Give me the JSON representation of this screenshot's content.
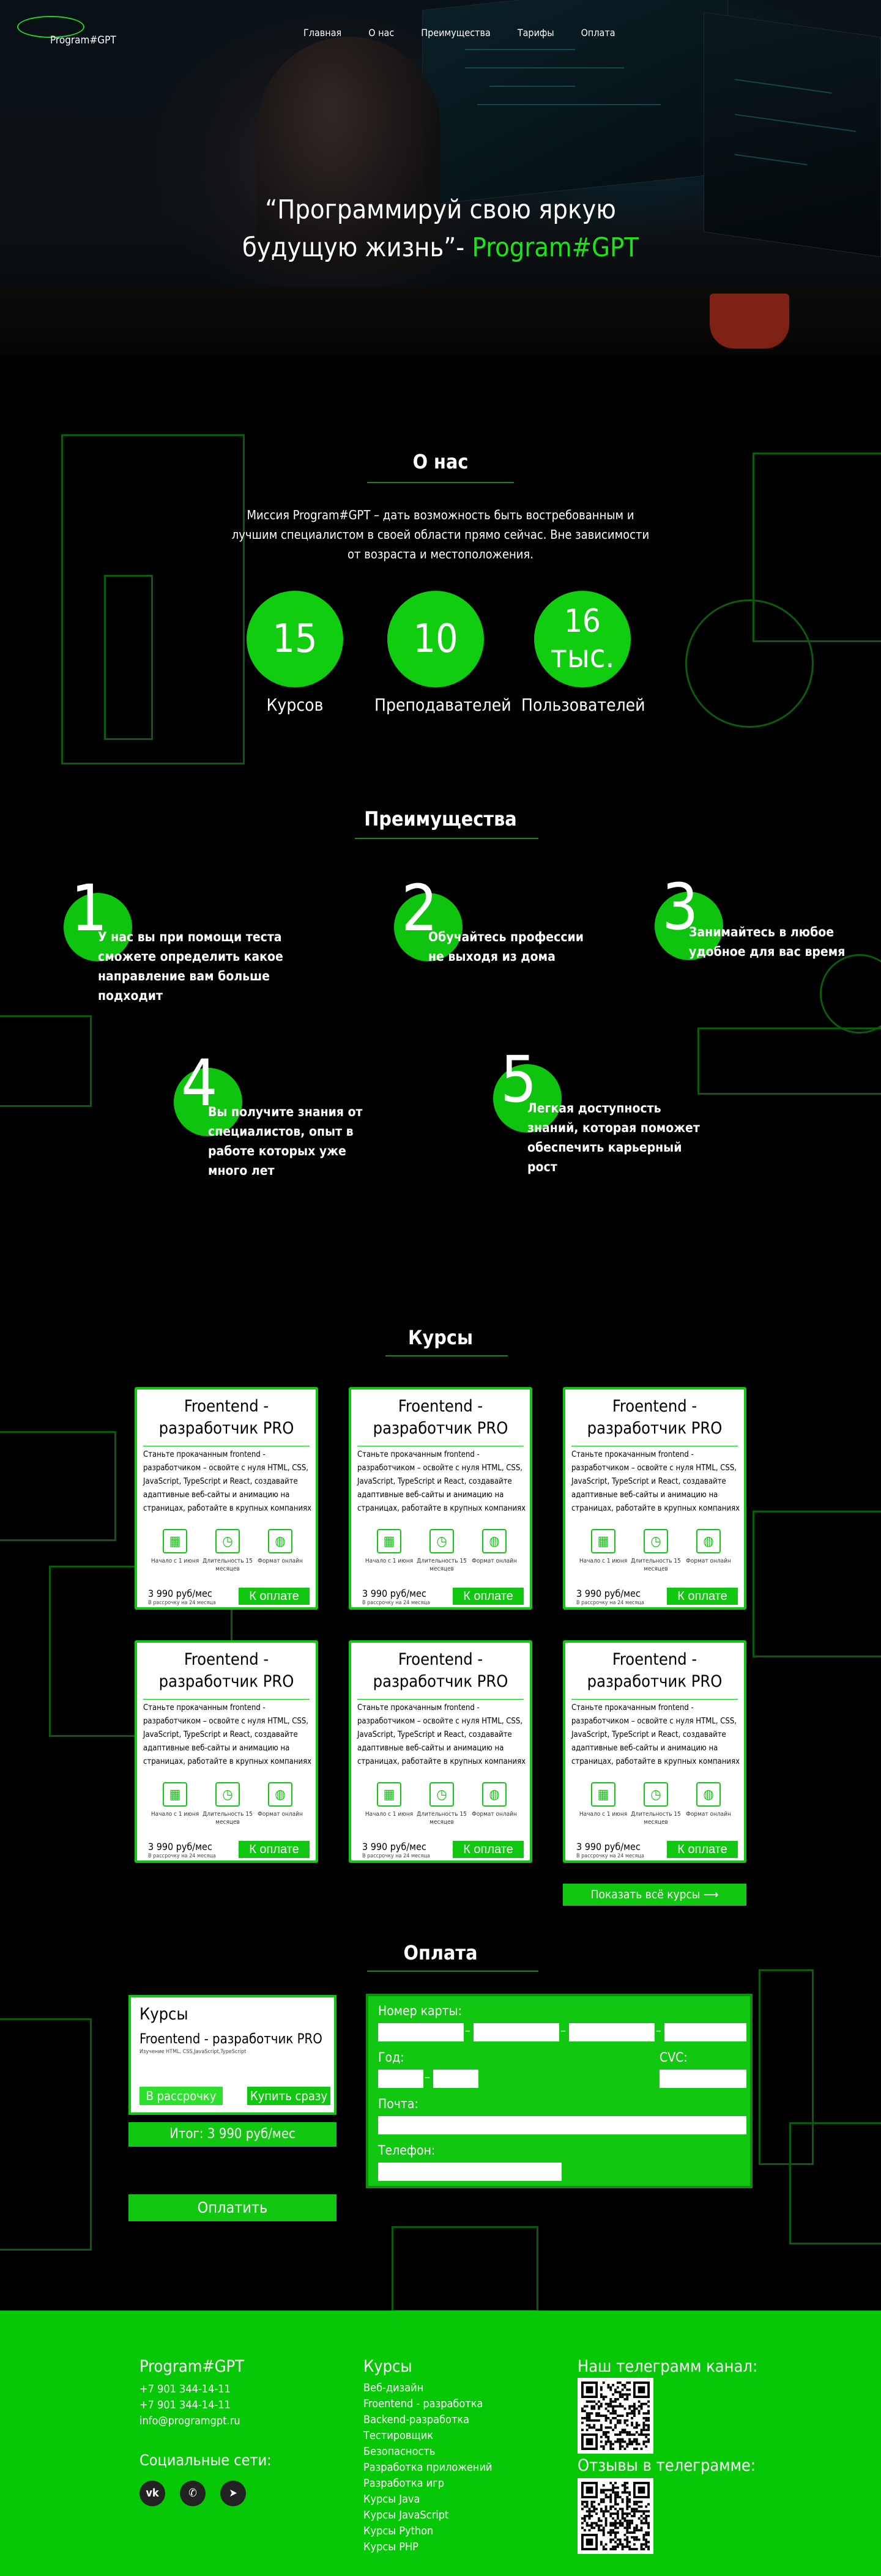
{
  "brand": {
    "logo_text": "Program#GPT",
    "accent": "#11c711"
  },
  "nav": {
    "items": [
      "Главная",
      "О нас",
      "Преимущества",
      "Тарифы",
      "Оплата"
    ]
  },
  "hero": {
    "title_line1": "“Программируй свою яркую",
    "title_line2": "будущую жизнь”-",
    "title_brand": " Program#GPT"
  },
  "about": {
    "title": "О нас",
    "text": "Миссия Program#GPT – дать возможность быть востребованным и лучшим специалистом  в своей области прямо сейчас. Вне зависимости от возраста и местоположения.",
    "stats": [
      {
        "value": "15",
        "label": "Курсов"
      },
      {
        "value": "10",
        "label": "Преподавателей"
      },
      {
        "value": "16 тыс.",
        "label": "Пользователей"
      }
    ]
  },
  "advantages": {
    "title": "Преимущества",
    "items": [
      {
        "num": "1",
        "text": "У нас вы при помощи теста сможете определить какое направление вам больше подходит"
      },
      {
        "num": "2",
        "text": "Обучайтесь профессии не выходя из дома"
      },
      {
        "num": "3",
        "text": "Занимайтесь в любое удобное для вас время"
      },
      {
        "num": "4",
        "text": "Вы получите знания от специалистов, опыт в работе которых уже много лет"
      },
      {
        "num": "5",
        "text": "Легкая доступность знаний, которая  поможет обеспечить карьерный рост"
      }
    ]
  },
  "courses": {
    "title": "Курсы",
    "card": {
      "title": "Froentend - разработчик PRO",
      "desc": "Станьте прокачанным frontend - разработчиком – освойте с нуля HTML, CSS, JavaScript, TypeScript и React, создавайте адаптивные веб-сайты и анимацию на страницах, работайте в крупных компаниях",
      "features": [
        {
          "icon": "calendar-icon",
          "glyph": "▦",
          "label": "Начало с 1 июня"
        },
        {
          "icon": "timer-icon",
          "glyph": "◷",
          "label": "Длительность 15 месяцев"
        },
        {
          "icon": "globe-icon",
          "glyph": "◍",
          "label": "Формат онлайн"
        }
      ],
      "price": "3 990 руб/мес",
      "installment": "В рассрочку на 24 месяца",
      "pay_label": "К оплате"
    },
    "show_all": "Показать всё курсы"
  },
  "payment": {
    "title": "Оплата",
    "card_heading": "Курсы",
    "course_name": "Froentend - разработчик PRO",
    "course_tags": "Изучение HTML, CSS,JavaScript,TypeScript",
    "installment_btn": "В рассрочку",
    "buy_now_btn": "Купить сразу",
    "total": "Итог: 3 990 руб/мес",
    "pay_btn": "Оплатить",
    "form": {
      "card_number_label": "Номер карты:",
      "year_label": "Год:",
      "cvc_label": "CVC:",
      "email_label": "Почта:",
      "phone_label": "Телефон:"
    }
  },
  "footer": {
    "brand": "Program#GPT",
    "phones": [
      "+7 901 344-14-11",
      "+7 901 344-14-11"
    ],
    "email": "info@programgpt.ru",
    "social_heading": "Социальные сети:",
    "social": [
      {
        "icon": "vk-icon",
        "glyph": "vk"
      },
      {
        "icon": "whatsapp-icon",
        "glyph": "✆"
      },
      {
        "icon": "telegram-icon",
        "glyph": "➤"
      }
    ],
    "courses_heading": "Курсы",
    "courses_list": [
      "Веб-дизайн",
      "Froentend - разработка",
      "Backend-разработка",
      "Тестировщик",
      "Безопасность",
      "Разработка приложений",
      "Разработка игр",
      "Курсы Java",
      "Курсы JavaScript",
      "Курсы Python",
      "Курсы PHP"
    ],
    "telegram_heading": "Наш телеграмм канал:",
    "reviews_heading": "Отзывы в телеграмме:"
  }
}
